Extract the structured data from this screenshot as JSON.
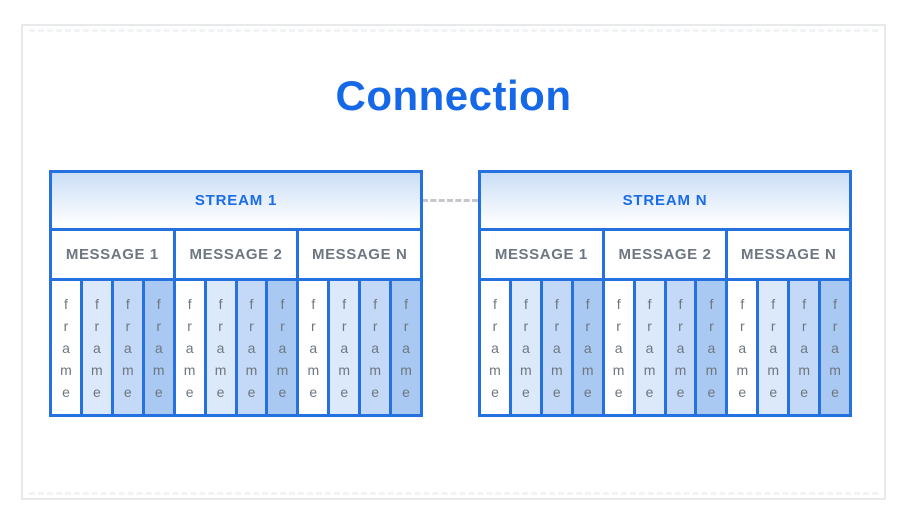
{
  "title": "Connection",
  "colors": {
    "title_blue": "#1569e8",
    "stream_label_blue": "#1a6ce8",
    "border_blue": "#2671e0",
    "label_gray": "#6e7781",
    "connector_gray": "#c3c6ca",
    "card_border": "#e7e9eb",
    "header_gradient_top": "#cadef6",
    "header_gradient_bottom": "#ffffff",
    "frame_shades": [
      "#ffffff",
      "#dce9fa",
      "#c3d9f7",
      "#a9c9f2"
    ]
  },
  "frame_label": "frame",
  "frames_per_message": 4,
  "streams": [
    {
      "label": "STREAM 1",
      "messages": [
        {
          "label": "MESSAGE 1"
        },
        {
          "label": "MESSAGE 2"
        },
        {
          "label": "MESSAGE N"
        }
      ]
    },
    {
      "label": "STREAM N",
      "messages": [
        {
          "label": "MESSAGE 1"
        },
        {
          "label": "MESSAGE 2"
        },
        {
          "label": "MESSAGE N"
        }
      ]
    }
  ]
}
